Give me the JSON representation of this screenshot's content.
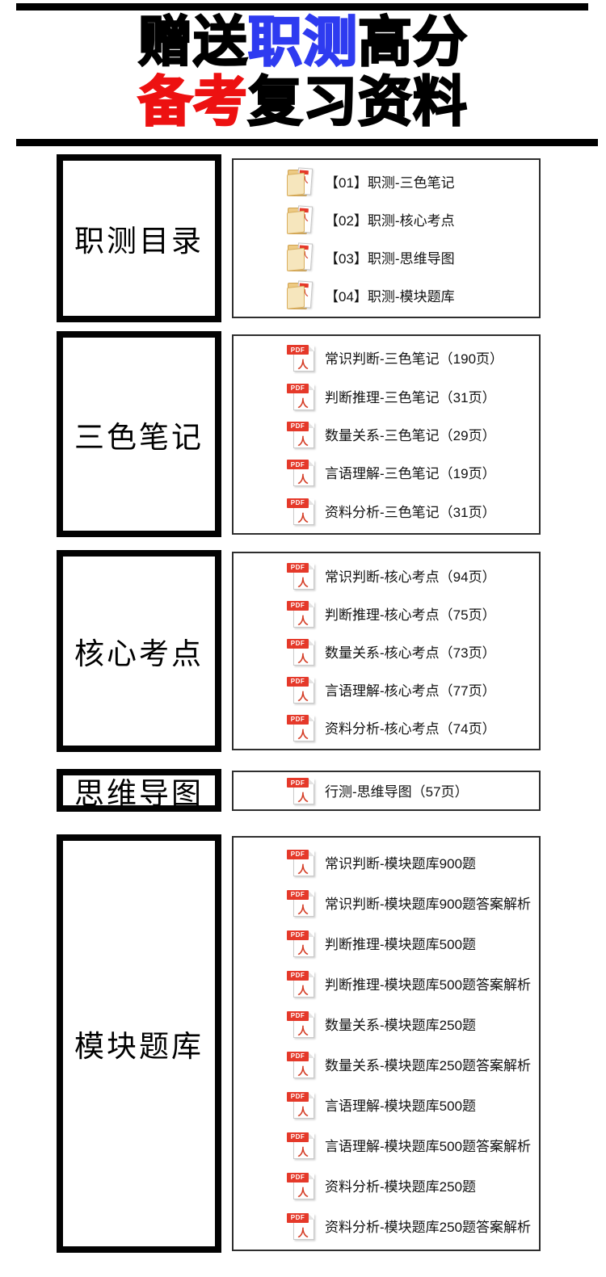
{
  "title": {
    "line1": {
      "part_black_a": "赠送",
      "part_blue": "职测",
      "part_black_b": "高分"
    },
    "line2": {
      "part_red": "备考",
      "part_black": "复习资料"
    }
  },
  "colors": {
    "title_blue": "#2e3bf0",
    "title_red": "#ed1111",
    "pdf_red": "#e5392a"
  },
  "icons": {
    "pdf_badge_label": "PDF",
    "pdf_glyph": "人"
  },
  "sections": [
    {
      "label": "职测目录",
      "icon": "folder-pdf",
      "items": [
        "【01】职测-三色笔记",
        "【02】职测-核心考点",
        "【03】职测-思维导图",
        "【04】职测-模块题库"
      ]
    },
    {
      "label": "三色笔记",
      "icon": "pdf",
      "items": [
        "常识判断-三色笔记（190页）",
        "判断推理-三色笔记（31页）",
        "数量关系-三色笔记（29页）",
        "言语理解-三色笔记（19页）",
        "资料分析-三色笔记（31页）"
      ]
    },
    {
      "label": "核心考点",
      "icon": "pdf",
      "items": [
        "常识判断-核心考点（94页）",
        "判断推理-核心考点（75页）",
        "数量关系-核心考点（73页）",
        "言语理解-核心考点（77页）",
        "资料分析-核心考点（74页）"
      ]
    },
    {
      "label": "思维导图",
      "icon": "pdf",
      "items": [
        "行测-思维导图（57页）"
      ]
    },
    {
      "label": "模块题库",
      "icon": "pdf",
      "items": [
        "常识判断-模块题库900题",
        "常识判断-模块题库900题答案解析",
        "判断推理-模块题库500题",
        "判断推理-模块题库500题答案解析",
        "数量关系-模块题库250题",
        "数量关系-模块题库250题答案解析",
        "言语理解-模块题库500题",
        "言语理解-模块题库500题答案解析",
        "资料分析-模块题库250题",
        "资料分析-模块题库250题答案解析"
      ]
    }
  ]
}
